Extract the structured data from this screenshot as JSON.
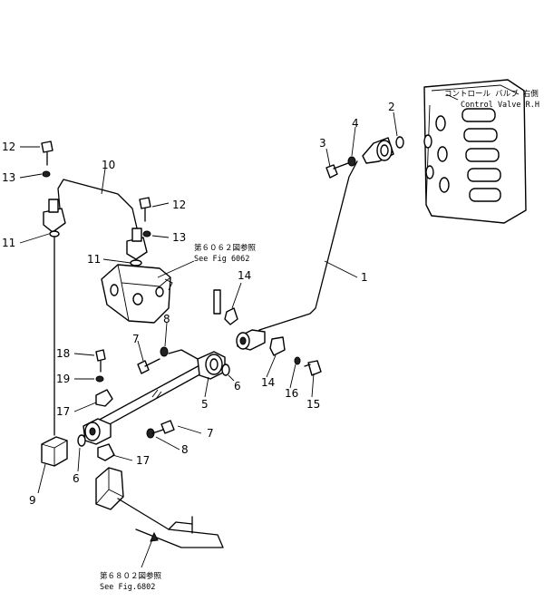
{
  "part_numbers": {
    "n1": "1",
    "n2": "2",
    "n3": "3",
    "n4": "4",
    "n5": "5",
    "n6a": "6",
    "n6b": "6",
    "n7a": "7",
    "n7b": "7",
    "n8a": "8",
    "n8b": "8",
    "n9": "9",
    "n10": "10",
    "n11a": "11",
    "n11b": "11",
    "n12a": "12",
    "n12b": "12",
    "n13a": "13",
    "n13b": "13",
    "n14a": "14",
    "n14b": "14",
    "n15": "15",
    "n16": "16",
    "n17a": "17",
    "n17b": "17",
    "n18": "18",
    "n19": "19"
  },
  "notes": {
    "control_valve_jp": "コントロール バルブ 右側",
    "control_valve_en": "Control Valve R.H",
    "fig6062_jp": "第６０６２図参照",
    "fig6062_en": "See Fig 6062",
    "fig6802_jp": "第６８０２図参照",
    "fig6802_en": "See Fig.6802"
  }
}
